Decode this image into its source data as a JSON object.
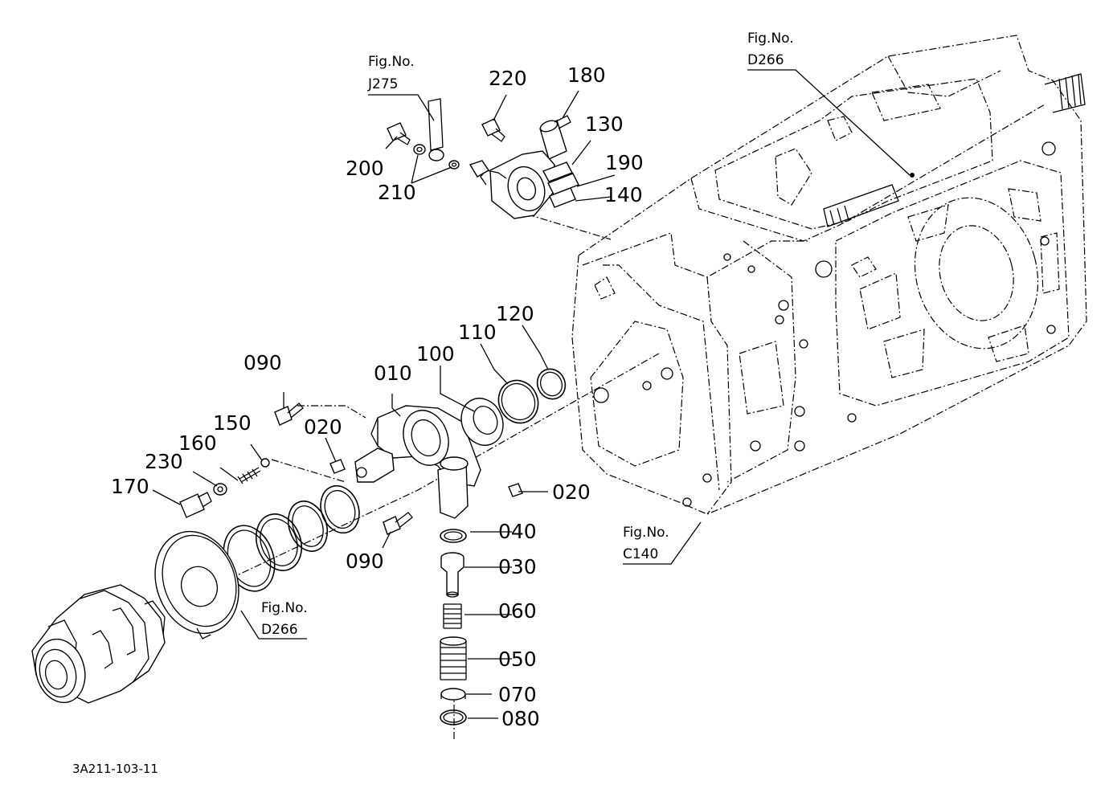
{
  "part_labels": {
    "p010": "010",
    "p020a": "020",
    "p020b": "020",
    "p030": "030",
    "p040": "040",
    "p050": "050",
    "p060": "060",
    "p070": "070",
    "p080": "080",
    "p090a": "090",
    "p090b": "090",
    "p100": "100",
    "p110": "110",
    "p120": "120",
    "p130": "130",
    "p140": "140",
    "p150": "150",
    "p160": "160",
    "p170": "170",
    "p180": "180",
    "p190": "190",
    "p200": "200",
    "p210": "210",
    "p220": "220",
    "p230": "230"
  },
  "figure_refs": {
    "j275": {
      "caption": "Fig.No.",
      "code": "J275"
    },
    "d266_top": {
      "caption": "Fig.No.",
      "code": "D266"
    },
    "c140": {
      "caption": "Fig.No.",
      "code": "C140"
    },
    "d266_bottom": {
      "caption": "Fig.No.",
      "code": "D266"
    }
  },
  "drawing_code": "3A211-103-11"
}
